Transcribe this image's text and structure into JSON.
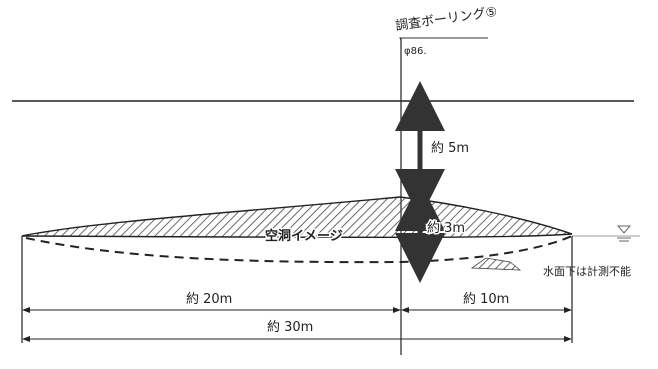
{
  "labels": {
    "boring_title": "調査ボーリング⑤",
    "boring_diameter": "φ86.",
    "depth_to_void": "約 5m",
    "void_height": "約 3m",
    "void_name": "空洞イメージ",
    "underwater_note": "水面下は計測不能",
    "left_span": "約 20m",
    "right_span": "約 10m",
    "total_span": "約 30m"
  },
  "colors": {
    "line": "#222222",
    "arrow": "#333333",
    "hatch": "#444444"
  },
  "icons": {
    "water_level": "water-level-triangle-icon"
  }
}
